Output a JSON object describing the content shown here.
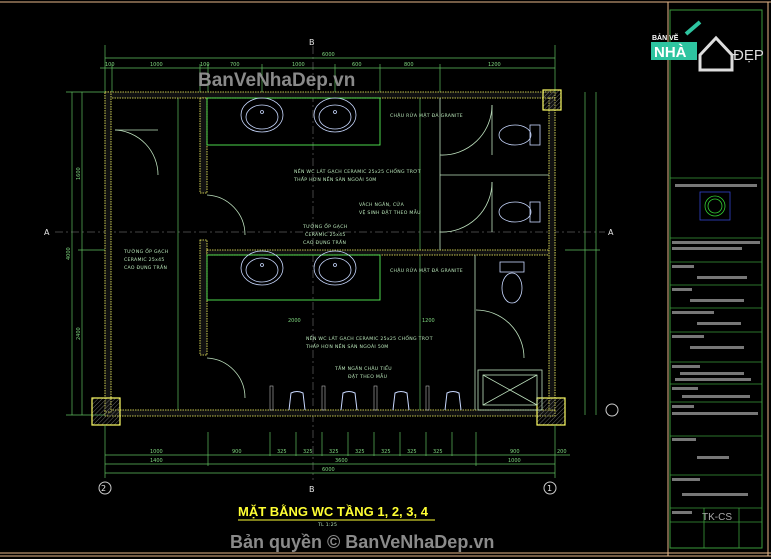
{
  "drawing": {
    "title": "MẶT BẰNG WC TẦNG 1, 2, 3, 4",
    "scale": "TL 1:25",
    "grid_labels": {
      "row_a": "A",
      "col_b": "B",
      "axis_1": "1",
      "axis_2": "2"
    },
    "dimensions_top": {
      "overall": "6000",
      "segments": [
        "100",
        "1000",
        "100",
        "700",
        "1000",
        "600",
        "800",
        "1200"
      ]
    },
    "dimensions_bottom": {
      "overall": "6000",
      "main": [
        "1400",
        "3600",
        "1000"
      ],
      "segments": [
        "1000",
        "900",
        "325",
        "325",
        "325",
        "325",
        "325",
        "325",
        "325",
        "900",
        "200"
      ]
    },
    "dimensions_left": [
      "4000",
      "1600",
      "2400"
    ],
    "dimensions_inner": [
      "2000",
      "1200"
    ],
    "notes": {
      "sink_counter_top": "CHẬU RỬA MẶT ĐÁ GRANITE",
      "sink_counter_bottom": "CHẬU RỬA MẶT ĐÁ GRANITE",
      "floor_top_1": "NỀN WC LÁT GẠCH CERAMIC 25x25 CHỐNG TRƠT",
      "floor_top_2": "THẤP HƠN NỀN SÀN NGOÀI 50M",
      "floor_bottom_1": "NỀN WC LÁT GẠCH CERAMIC 25x25 CHỐNG TRƠT",
      "floor_bottom_2": "THẤP HƠN NỀN SÀN NGOÀI 50M",
      "partition_1": "VÁCH NGĂN, CỬA",
      "partition_2": "VỆ SINH ĐẶT THEO MẪU",
      "tile_1": "TƯỜNG ỐP GẠCH",
      "tile_2": "CERAMIC 25x45",
      "tile_3": "CAO ĐỤNG TRẦN",
      "tile_left_1": "TƯỜNG ỐP GẠCH",
      "tile_left_2": "CERAMIC 25x45",
      "tile_left_3": "CAO ĐỤNG TRẦN",
      "urinal_1": "TẤM NGĂN CHẬU TIỂU",
      "urinal_2": "ĐẶT THEO MẪU"
    }
  },
  "title_block": {
    "logo_line1": "BẢN VẼ",
    "logo_nha": "NHÀ",
    "logo_dep": "ĐẸP",
    "sheet_code": "TK-CS"
  },
  "watermark": {
    "top": "BanVeNhaDep.vn",
    "bottom": "Bản quyền © BanVeNhaDep.vn"
  },
  "colors": {
    "wall": "#ffff66",
    "dimension": "#7fd87f",
    "fixture": "#c8d8ff",
    "border": "#e8b98a",
    "title": "#ffff33",
    "frame": "#3a9a3a"
  }
}
